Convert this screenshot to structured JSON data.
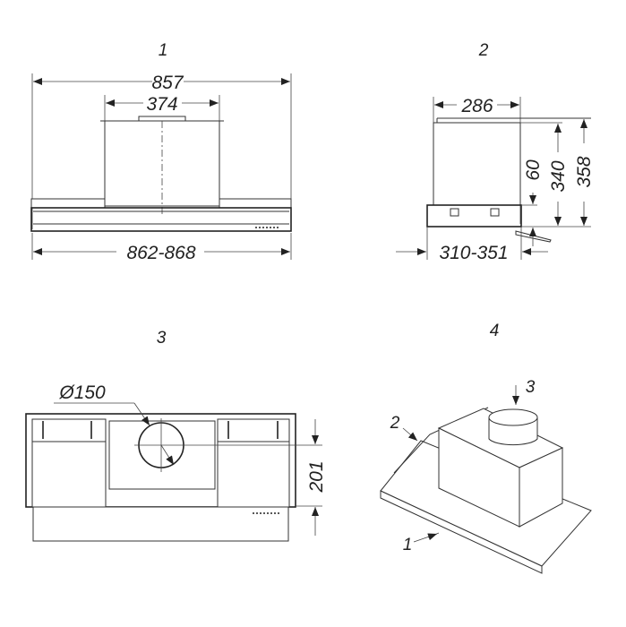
{
  "views": [
    {
      "number": "1",
      "dims": {
        "overall_width": "857",
        "chimney_width": "374",
        "mount_width": "862-868"
      }
    },
    {
      "number": "2",
      "dims": {
        "chimney_depth": "286",
        "body_height": "60",
        "chimney_height": "340",
        "total_height": "358",
        "depth": "310-351"
      }
    },
    {
      "number": "3",
      "dims": {
        "duct_diameter": "Ø150",
        "duct_offset": "201"
      }
    },
    {
      "number": "4",
      "callouts": [
        "1",
        "2",
        "3"
      ]
    }
  ],
  "colors": {
    "line": "#333333",
    "background": "#ffffff"
  }
}
